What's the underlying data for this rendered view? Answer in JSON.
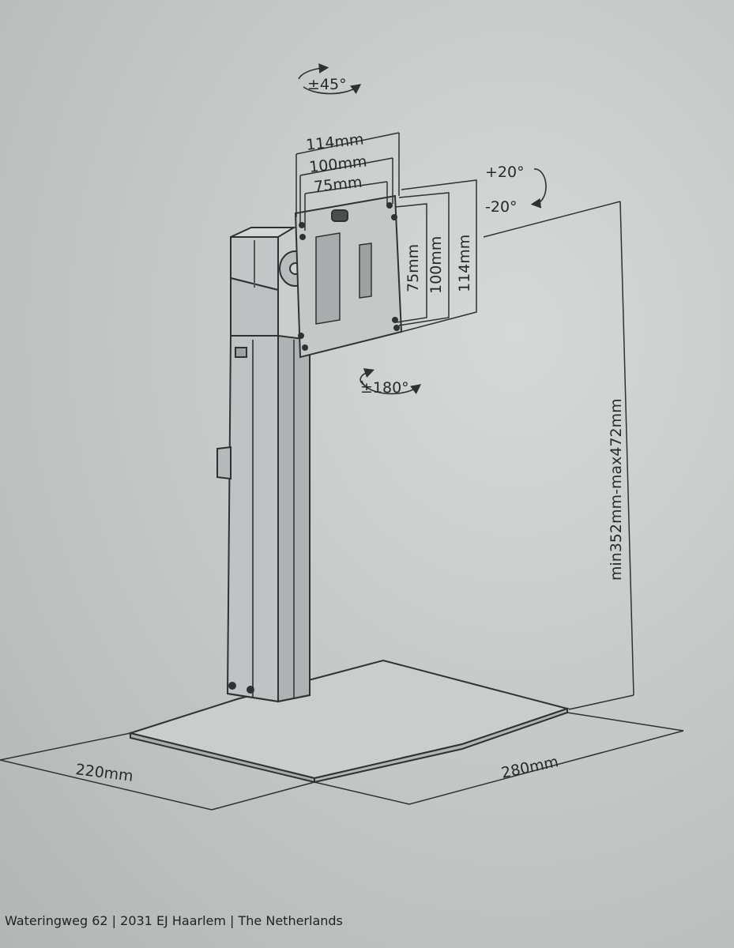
{
  "rotation": {
    "swivel": "±45°",
    "rotate": "±180°",
    "tilt_up": "+20°",
    "tilt_down": "-20°"
  },
  "vesa": {
    "width_114": "114mm",
    "width_100": "100mm",
    "width_75": "75mm",
    "height_75": "75mm",
    "height_100": "100mm",
    "height_114": "114mm"
  },
  "height_range": "min352mm-max472mm",
  "base": {
    "depth": "220mm",
    "width": "280mm"
  },
  "footer": {
    "address": "Wateringweg 62 | 2031 EJ Haarlem | The Netherlands"
  },
  "colors": {
    "background": "#c6c9c7",
    "line": "#2e3234",
    "metal": "#bfc3c3"
  }
}
